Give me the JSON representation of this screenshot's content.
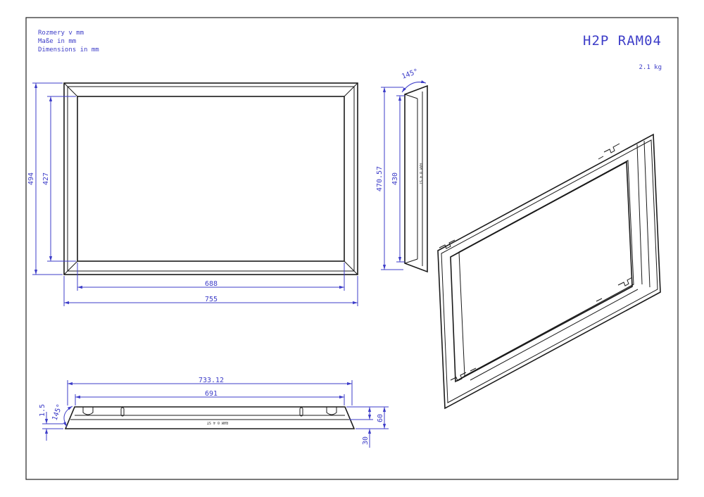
{
  "notes": {
    "line1": "Rozmery v mm",
    "line2": "Maße in mm",
    "line3": "Dimensions in mm"
  },
  "title": "H2P RAM04",
  "weight": "2.1 kg",
  "front_view": {
    "height_outer": "494",
    "height_inner": "427",
    "width_inner": "688",
    "width_outer": "755"
  },
  "side_view": {
    "angle": "145°",
    "height_outer": "470.57",
    "height_inner": "430",
    "stamp": "RAM 0 4 ST"
  },
  "bottom_view": {
    "width_outer": "733.12",
    "width_inner": "691",
    "thickness": "1.5",
    "angle": "145°",
    "height": "60",
    "depth": "30",
    "stamp": "RAM 0 4 ST"
  }
}
